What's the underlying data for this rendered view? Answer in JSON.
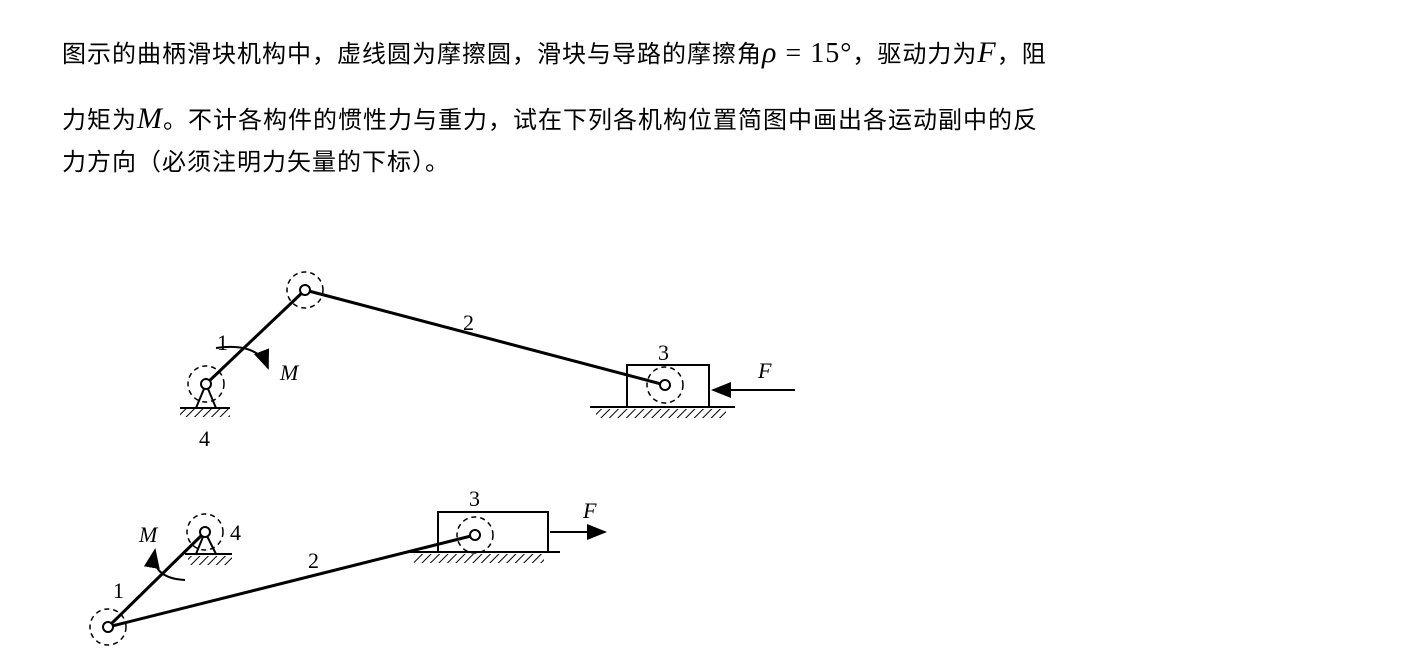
{
  "problem": {
    "line1_a": "图示的曲柄滑块机构中，虚线圆为摩擦圆，滑块与导路的摩擦角",
    "rho": "ρ",
    "eq": " = 15°",
    "line1_b": "，驱动力为",
    "F": "F",
    "line1_c": "，阻",
    "line2_a": "力矩为",
    "M": "M",
    "line2_b": "。不计各构件的惯性力与重力，试在下列各机构位置简图中画出各运动副中的反",
    "line3": "力方向（必须注明力矢量的下标）。"
  },
  "figure1": {
    "link1": "1",
    "link2": "2",
    "slider": "3",
    "frame": "4",
    "moment": "M",
    "force": "F"
  },
  "figure2": {
    "link1": "1",
    "link2": "2",
    "slider": "3",
    "frame": "4",
    "moment": "M",
    "force": "F"
  }
}
